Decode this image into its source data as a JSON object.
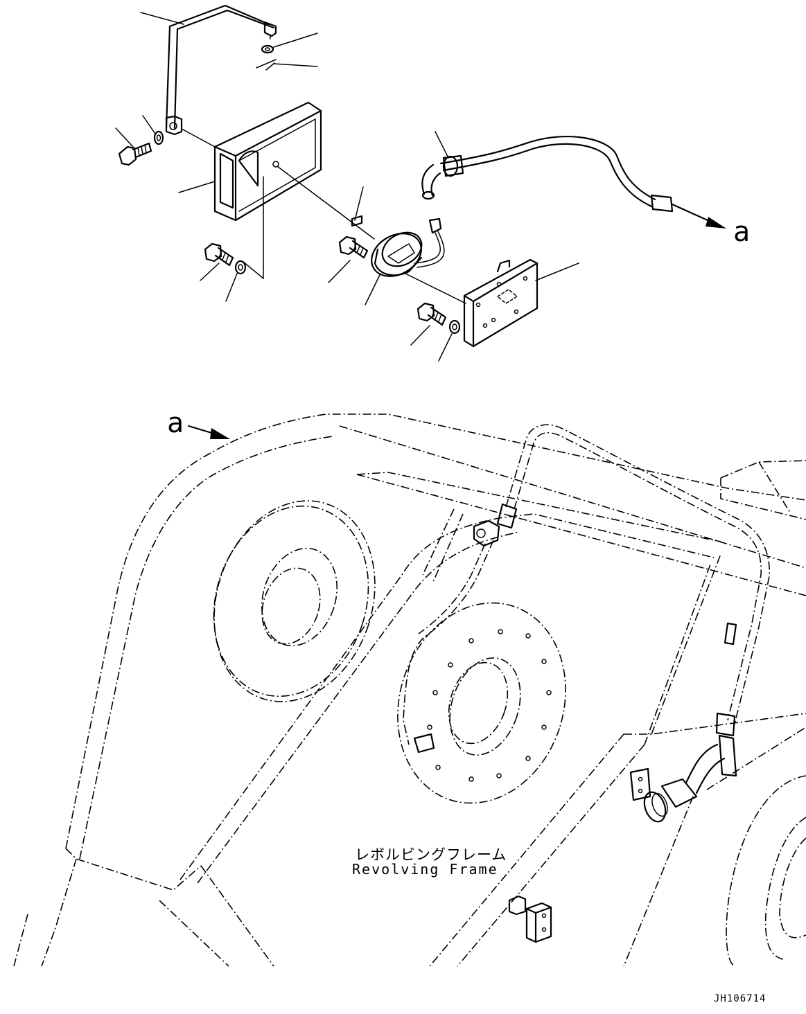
{
  "view_letter": "a",
  "frame_label_jp": "レボルビングフレーム",
  "frame_label_en": "Revolving Frame",
  "drawing_number": "JH106714",
  "colors": {
    "line": "#000000",
    "background": "#ffffff"
  }
}
